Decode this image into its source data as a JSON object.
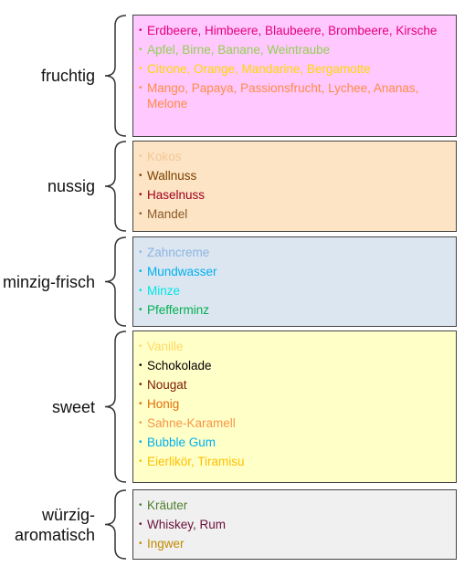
{
  "categories": [
    {
      "label": "fruchtig",
      "bg": "#FFC8FF",
      "items": [
        {
          "text": "Erdbeere, Himbeere, Blaubeere, Brombeere, Kirsche",
          "color": "#E6007E"
        },
        {
          "text": "Apfel, Birne, Banane, Weintraube",
          "color": "#92D050"
        },
        {
          "text": "Citrone, Orange, Mandarine, Bergamotte",
          "color": "#FFD700"
        },
        {
          "text": "Mango, Papaya, Passionsfrucht, Lychee, Ananas, Melone",
          "color": "#FF8C45"
        }
      ]
    },
    {
      "label": "nussig",
      "bg": "#FCE4C4",
      "items": [
        {
          "text": "Kokos",
          "color": "#F5C896"
        },
        {
          "text": "Wallnuss",
          "color": "#7B3F00"
        },
        {
          "text": "Haselnuss",
          "color": "#A0001E"
        },
        {
          "text": "Mandel",
          "color": "#8B5A2B"
        }
      ]
    },
    {
      "label": "minzig-frisch",
      "bg": "#DCE6F0",
      "items": [
        {
          "text": "Zahncreme",
          "color": "#8DB4E2"
        },
        {
          "text": "Mundwasser",
          "color": "#00B0F0"
        },
        {
          "text": "Minze",
          "color": "#00E5E5"
        },
        {
          "text": "Pfefferminz",
          "color": "#00B050"
        }
      ]
    },
    {
      "label": "sweet",
      "bg": "#FFFFC8",
      "items": [
        {
          "text": "Vanille",
          "color": "#FFD966"
        },
        {
          "text": "Schokolade",
          "color": "#000000"
        },
        {
          "text": "Nougat",
          "color": "#7B1800"
        },
        {
          "text": "Honig",
          "color": "#E46C0A"
        },
        {
          "text": "Sahne-Karamell",
          "color": "#F79646"
        },
        {
          "text": "Bubble Gum",
          "color": "#00B0F0"
        },
        {
          "text": "Eierlikör, Tiramisu",
          "color": "#FFC000"
        }
      ]
    },
    {
      "label": "würzig-aromatisch",
      "bg": "#F0F0F0",
      "items": [
        {
          "text": "Kräuter",
          "color": "#4F7F2F"
        },
        {
          "text": "Whiskey, Rum",
          "color": "#6B0F3A"
        },
        {
          "text": "Ingwer",
          "color": "#C08B00"
        }
      ]
    }
  ]
}
